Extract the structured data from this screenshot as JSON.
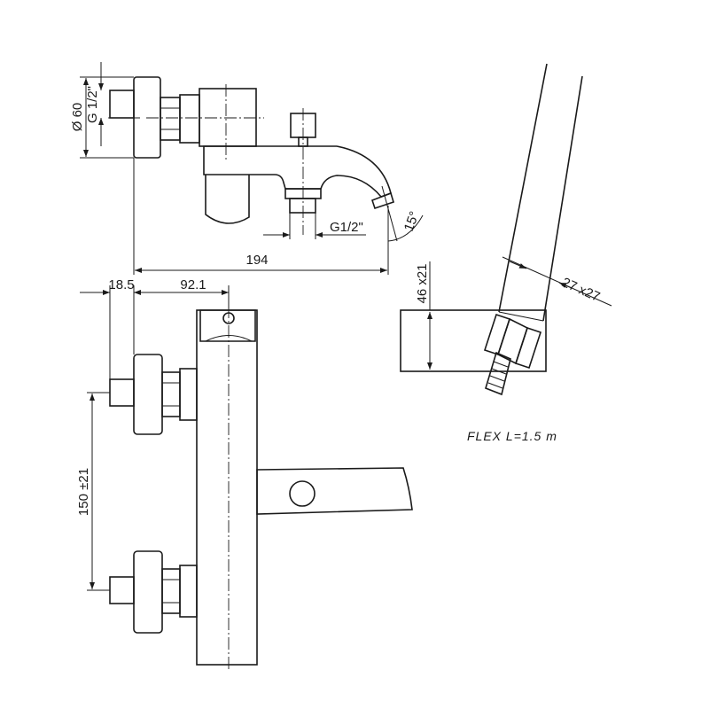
{
  "dimensions": {
    "flange_diameter": "Ø 60",
    "inlet_thread": "G 1/2\"",
    "outlet_thread": "G1/2\"",
    "spout_angle": "15°",
    "overall_depth": "194",
    "offset_a": "18.5",
    "offset_b": "92.1",
    "centre_distance": "150 ±21",
    "holder_size": "46 x21",
    "handshower_section": "27 x27"
  },
  "notes": {
    "hose": "FLEX  L=1.5  m"
  }
}
